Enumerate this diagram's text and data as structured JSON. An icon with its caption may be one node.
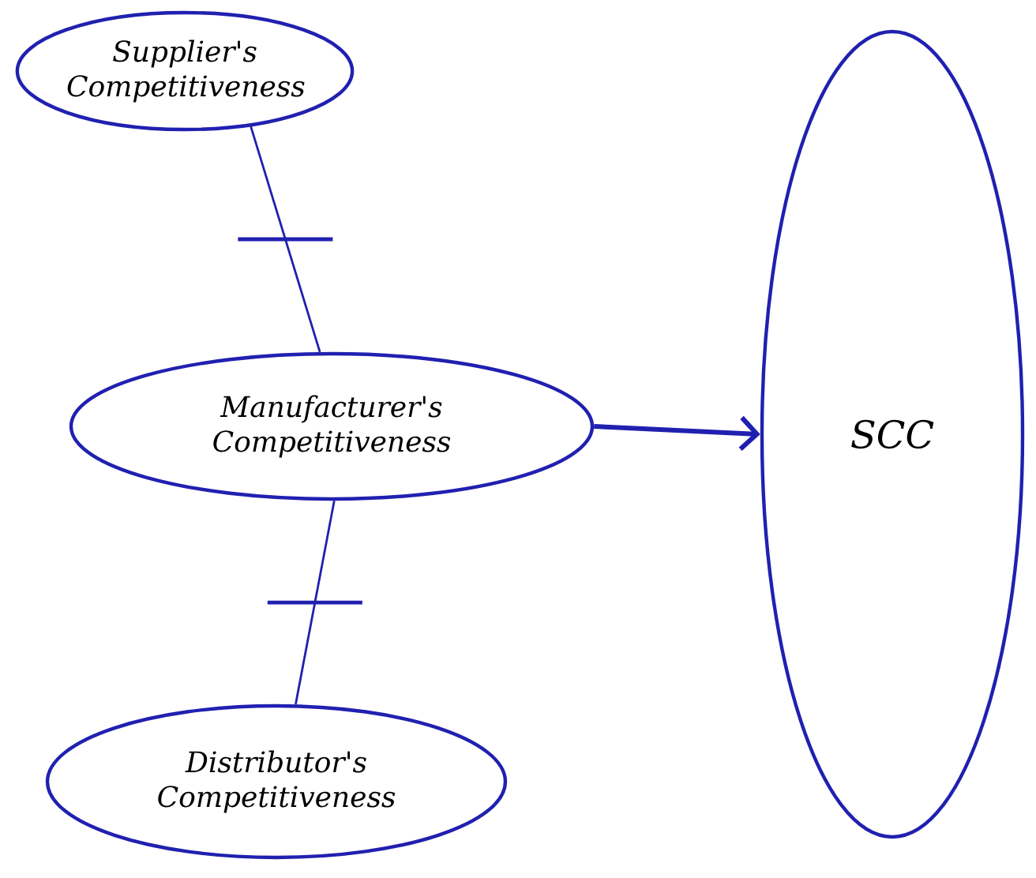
{
  "diagram": {
    "nodes": [
      {
        "text": [
          "Supplier's Competitiveness"
        ]
      },
      {
        "text": [
          "Manufacturer's Competitiveness"
        ]
      },
      {
        "text": [
          "Distributor's Competitiveness"
        ]
      },
      {
        "text": [
          "SCC"
        ]
      }
    ],
    "edges": [
      {
        "from": 0,
        "to": 1,
        "arrow": "none"
      },
      {
        "from": 1,
        "to": 2,
        "arrow": "none"
      },
      {
        "from": 1,
        "to": 3,
        "arrow": "to",
        "style": "thick"
      }
    ]
  }
}
